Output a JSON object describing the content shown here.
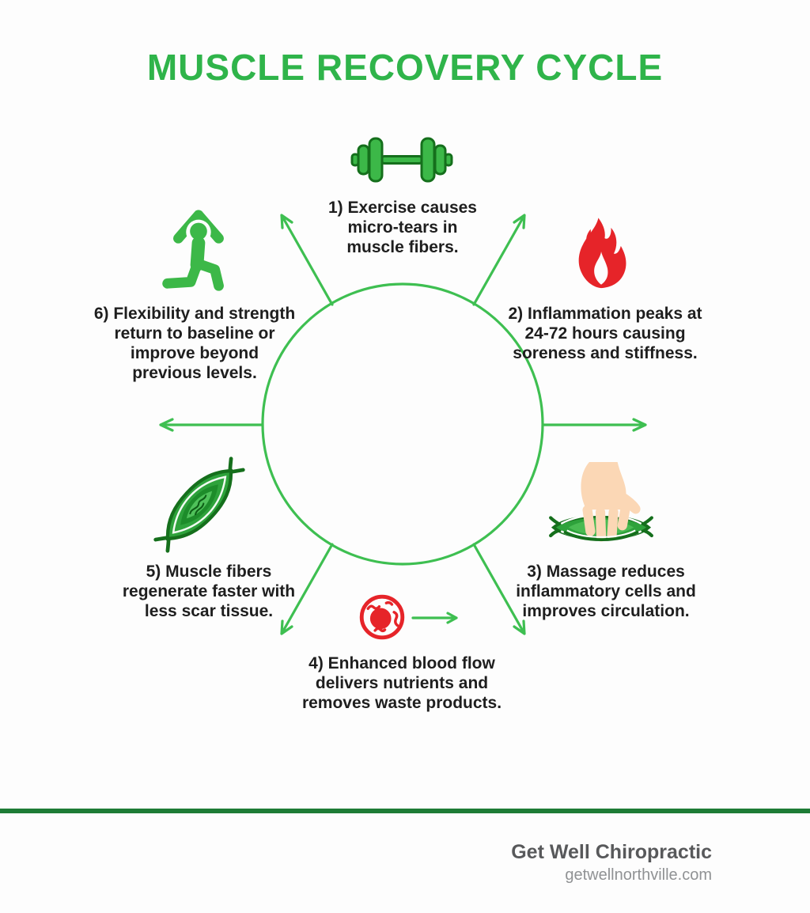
{
  "title": "MUSCLE RECOVERY CYCLE",
  "diagram": {
    "center_shape": "circle-outline",
    "arrows": [
      "up-left",
      "up-right",
      "left",
      "right",
      "down-left",
      "down-right"
    ],
    "flow_arrow": "right"
  },
  "steps": [
    {
      "icon": "dumbbell-icon",
      "lines": [
        "1) Exercise causes",
        "micro-tears in",
        "muscle fibers."
      ]
    },
    {
      "icon": "flame-icon",
      "lines": [
        "2) Inflammation peaks at",
        "24-72 hours causing",
        "soreness and stiffness."
      ]
    },
    {
      "icon": "massage-hand-icon",
      "lines": [
        "3) Massage reduces",
        "inflammatory cells and",
        "improves circulation."
      ]
    },
    {
      "icon": "blood-cell-icon",
      "lines": [
        "4) Enhanced blood flow",
        "delivers nutrients and",
        "removes waste products."
      ]
    },
    {
      "icon": "muscle-fiber-icon",
      "lines": [
        "5) Muscle fibers",
        "regenerate faster with",
        "less scar tissue."
      ]
    },
    {
      "icon": "lunge-pose-icon",
      "lines": [
        "6) Flexibility and strength",
        "return to baseline or",
        "improve beyond",
        "previous levels."
      ]
    }
  ],
  "footer": {
    "brand": "Get Well Chiropractic",
    "website": "getwellnorthville.com"
  },
  "colors": {
    "title_green": "#2fb44a",
    "line_green": "#3ebf51",
    "icon_green": "#3cb848",
    "deep_green": "#2ea23b",
    "outline_green": "#156f1c",
    "divider_green": "#1e7c36",
    "red": "#e62429",
    "skin": "#fbd7b5",
    "text_dark": "#1e1e1e",
    "footer_text": "#58595b",
    "footer_url": "#909294",
    "background": "#fdfdfd"
  }
}
